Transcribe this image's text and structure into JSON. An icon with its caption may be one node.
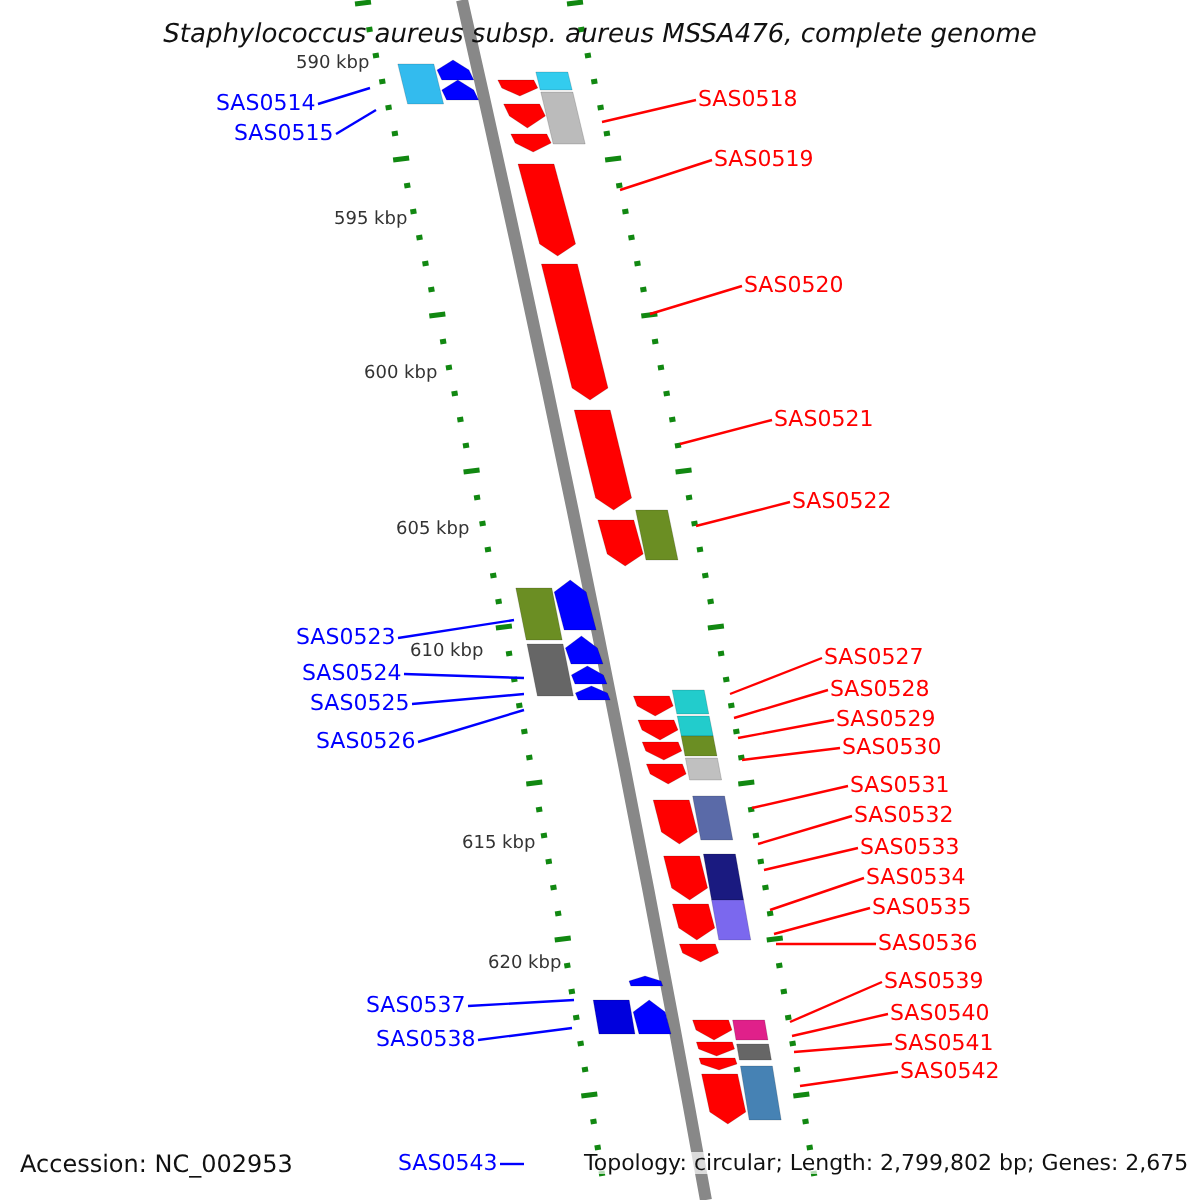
{
  "diagram": {
    "title": "Staphylococcus aureus subsp. aureus MSSA476, complete genome",
    "nodes": [
      {
        "text": [
          "SAS0514"
        ]
      },
      {
        "text": [
          "SAS0515"
        ]
      },
      {
        "text": [
          "SAS0518"
        ]
      },
      {
        "text": [
          "SAS0519"
        ]
      },
      {
        "text": [
          "SAS0520"
        ]
      },
      {
        "text": [
          "SAS0521"
        ]
      },
      {
        "text": [
          "SAS0522"
        ]
      },
      {
        "text": [
          "SAS0523"
        ]
      },
      {
        "text": [
          "SAS0524"
        ]
      },
      {
        "text": [
          "SAS0525"
        ]
      },
      {
        "text": [
          "SAS0526"
        ]
      },
      {
        "text": [
          "SAS0527"
        ]
      },
      {
        "text": [
          "SAS0528"
        ]
      },
      {
        "text": [
          "SAS0529"
        ]
      },
      {
        "text": [
          "SAS0530"
        ]
      },
      {
        "text": [
          "SAS0531"
        ]
      },
      {
        "text": [
          "SAS0532"
        ]
      },
      {
        "text": [
          "SAS0533"
        ]
      },
      {
        "text": [
          "SAS0534"
        ]
      },
      {
        "text": [
          "SAS0535"
        ]
      },
      {
        "text": [
          "SAS0536"
        ]
      },
      {
        "text": [
          "SAS0537"
        ]
      },
      {
        "text": [
          "SAS0538"
        ]
      },
      {
        "text": [
          "SAS0539"
        ]
      },
      {
        "text": [
          "SAS0540"
        ]
      },
      {
        "text": [
          "SAS0541"
        ]
      },
      {
        "text": [
          "SAS0542"
        ]
      },
      {
        "text": [
          "SAS0543"
        ]
      }
    ],
    "edges": [
      {
        "from": 0,
        "to": null,
        "arrow": "none",
        "color": "#0000ff"
      },
      {
        "from": 1,
        "to": null,
        "arrow": "none",
        "color": "#0000ff"
      },
      {
        "from": 2,
        "to": null,
        "arrow": "none"
      },
      {
        "from": 3,
        "to": null,
        "arrow": "none"
      },
      {
        "from": 4,
        "to": null,
        "arrow": "none"
      },
      {
        "from": 5,
        "to": null,
        "arrow": "none"
      },
      {
        "from": 6,
        "to": null,
        "arrow": "none"
      },
      {
        "from": 7,
        "to": null,
        "arrow": "none",
        "color": "#0000ff"
      },
      {
        "from": 8,
        "to": null,
        "arrow": "none",
        "color": "#0000ff"
      },
      {
        "from": 9,
        "to": null,
        "arrow": "none",
        "color": "#0000ff"
      },
      {
        "from": 10,
        "to": null,
        "arrow": "none",
        "color": "#0000ff"
      },
      {
        "from": 11,
        "to": null,
        "arrow": "none"
      },
      {
        "from": 12,
        "to": null,
        "arrow": "none"
      },
      {
        "from": 13,
        "to": null,
        "arrow": "none"
      },
      {
        "from": 14,
        "to": null,
        "arrow": "none"
      },
      {
        "from": 15,
        "to": null,
        "arrow": "none"
      },
      {
        "from": 16,
        "to": null,
        "arrow": "none"
      },
      {
        "from": 17,
        "to": null,
        "arrow": "none"
      },
      {
        "from": 18,
        "to": null,
        "arrow": "none"
      },
      {
        "from": 19,
        "to": null,
        "arrow": "none"
      },
      {
        "from": 20,
        "to": null,
        "arrow": "none"
      },
      {
        "from": 21,
        "to": null,
        "arrow": "none",
        "color": "#0000ff"
      },
      {
        "from": 22,
        "to": null,
        "arrow": "none",
        "color": "#0000ff"
      },
      {
        "from": 23,
        "to": null,
        "arrow": "none"
      },
      {
        "from": 24,
        "to": null,
        "arrow": "none"
      },
      {
        "from": 25,
        "to": null,
        "arrow": "none"
      },
      {
        "from": 26,
        "to": null,
        "arrow": "none"
      },
      {
        "from": 27,
        "to": null,
        "arrow": "none",
        "color": "#0000ff"
      }
    ],
    "labels": [
      "590 kbp",
      "595 kbp",
      "600 kbp",
      "605 kbp",
      "610 kbp",
      "615 kbp",
      "620 kbp",
      "Accession: NC_002953",
      "Topology: circular; Length: 2,799,802 bp; Genes: 2,675"
    ]
  }
}
